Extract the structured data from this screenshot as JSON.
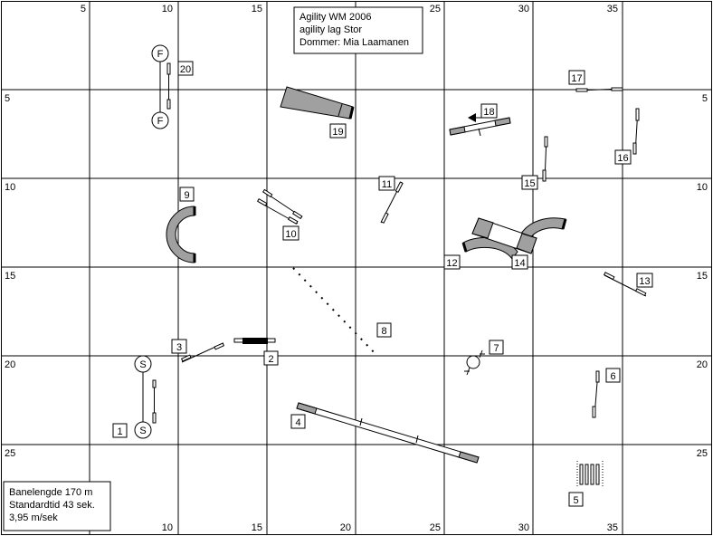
{
  "header": {
    "lines": [
      "Agility WM 2006",
      "agility lag Stor",
      "Dommer: Mia Laamanen"
    ]
  },
  "info": {
    "lines": [
      "Banelengde 170 m",
      "Standardtid 43 sek.",
      "3,95 m/sek"
    ]
  },
  "grid": {
    "top_labels": [
      "5",
      "10",
      "15",
      "25",
      "30",
      "35"
    ],
    "bottom_labels": [
      "10",
      "15",
      "20",
      "25",
      "30",
      "35"
    ],
    "left_labels": [
      "5",
      "10",
      "15",
      "20",
      "25"
    ],
    "right_labels": [
      "5",
      "10",
      "15",
      "20",
      "25"
    ]
  },
  "obstacles": {
    "numbers": [
      "1",
      "2",
      "3",
      "4",
      "5",
      "6",
      "7",
      "8",
      "9",
      "10",
      "11",
      "12",
      "13",
      "14",
      "15",
      "16",
      "17",
      "18",
      "19",
      "20"
    ],
    "start_letter": "S",
    "finish_letter": "F"
  },
  "colors": {
    "tunnel": "#a0a0a0",
    "line": "#000000"
  }
}
